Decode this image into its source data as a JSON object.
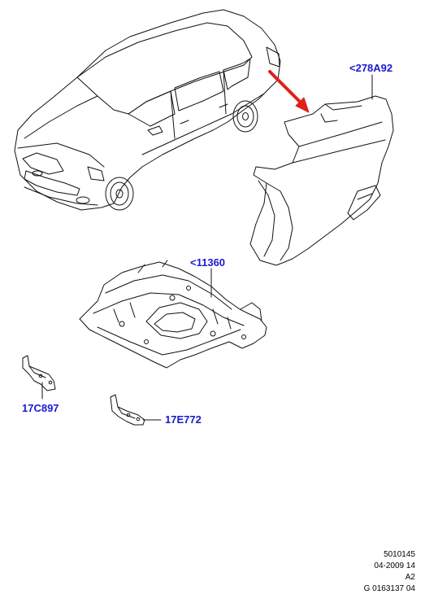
{
  "labels": {
    "quarter_panel": "<278A92",
    "floor_pan": "<11360",
    "bracket_left": "17C897",
    "bracket_right": "17E772"
  },
  "reference": {
    "code": "5010145",
    "date": "04-2009 14",
    "rev": "A2",
    "id": "G 0163137 04"
  },
  "colors": {
    "label": "#1a1ad0",
    "arrow": "#e0201a",
    "line": "#111111"
  }
}
